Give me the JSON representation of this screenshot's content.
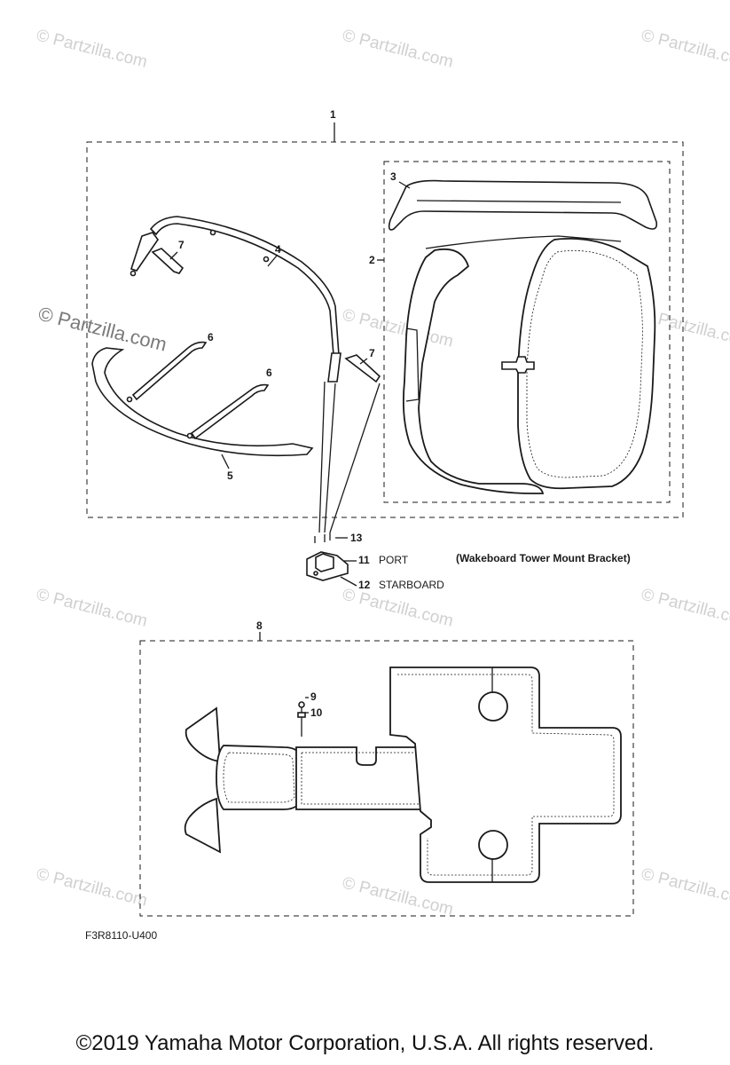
{
  "watermark": {
    "text": "© Partzilla.com"
  },
  "callouts": {
    "c1": "1",
    "c2": "2",
    "c3": "3",
    "c4": "4",
    "c5": "5",
    "c6a": "6",
    "c6b": "6",
    "c7a": "7",
    "c7b": "7",
    "c8": "8",
    "c9": "9",
    "c10": "10",
    "c11": "11",
    "c12": "12",
    "c13": "13"
  },
  "labels": {
    "port": "PORT",
    "starboard": "STARBOARD",
    "bracket_note": "(Wakeboard Tower Mount Bracket)"
  },
  "drawing_code": "F3R8110-U400",
  "copyright": "©2019 Yamaha Motor Corporation, U.S.A. All rights reserved."
}
